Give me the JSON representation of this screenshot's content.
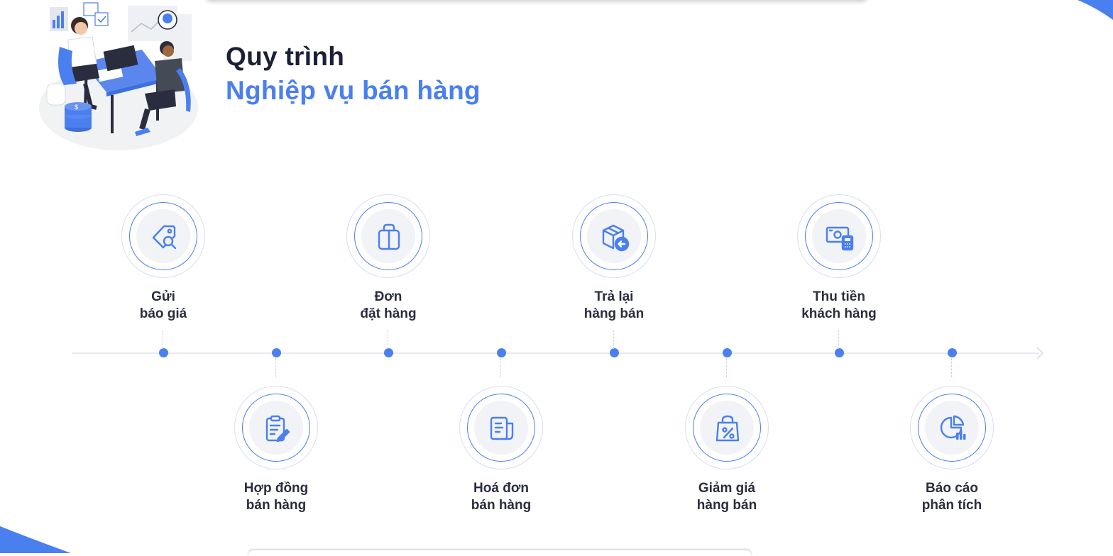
{
  "header": {
    "title_line1": "Quy trình",
    "title_line2": "Nghiệp vụ bán hàng"
  },
  "colors": {
    "accent": "#4a7ff0",
    "title_dark": "#1c2035",
    "label_text": "#2a2d3d",
    "timeline": "#e6e9f0"
  },
  "steps": [
    {
      "line1": "Gửi",
      "line2": "báo giá",
      "icon": "tag-search-icon"
    },
    {
      "line1": "Hợp đồng",
      "line2": "bán hàng",
      "icon": "clipboard-edit-icon"
    },
    {
      "line1": "Đơn",
      "line2": "đặt hàng",
      "icon": "gift-bag-icon"
    },
    {
      "line1": "Hoá đơn",
      "line2": "bán hàng",
      "icon": "invoice-icon"
    },
    {
      "line1": "Trả lại",
      "line2": "hàng bán",
      "icon": "box-return-icon"
    },
    {
      "line1": "Giảm giá",
      "line2": "hàng bán",
      "icon": "shopping-bag-percent-icon"
    },
    {
      "line1": "Thu tiền",
      "line2": "khách hàng",
      "icon": "cash-calculator-icon"
    },
    {
      "line1": "Báo cáo",
      "line2": "phân tích",
      "icon": "pie-chart-report-icon"
    }
  ]
}
